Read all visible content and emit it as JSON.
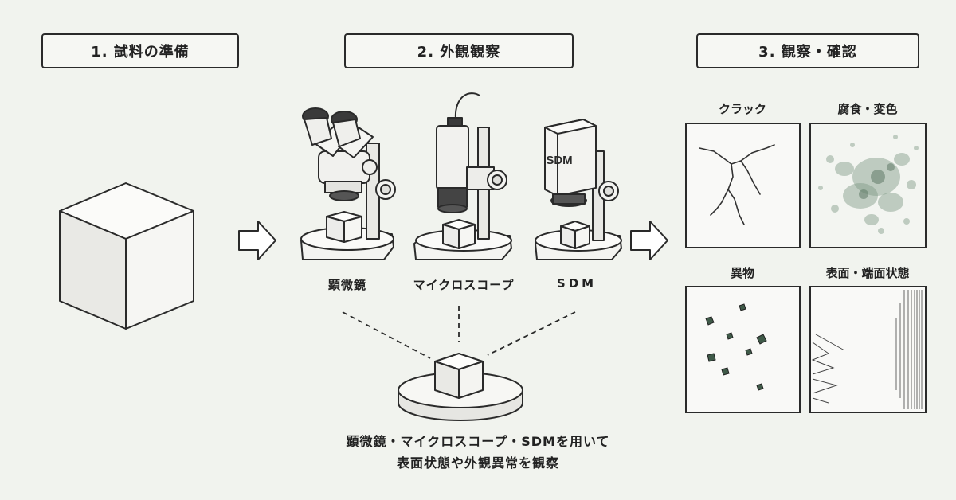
{
  "steps": [
    {
      "label": "1. 試料の準備"
    },
    {
      "label": "2. 外観観察"
    },
    {
      "label": "3. 観察・確認"
    }
  ],
  "instruments": [
    {
      "label": "顕微鏡",
      "icon": "stereo-microscope-icon"
    },
    {
      "label": "マイクロスコープ",
      "icon": "digital-microscope-icon"
    },
    {
      "label": "SDM",
      "icon": "sdm-microscope-icon"
    }
  ],
  "sdm_body_text": "SDM",
  "observations": [
    {
      "label": "クラック"
    },
    {
      "label": "腐食・変色"
    },
    {
      "label": "異物"
    },
    {
      "label": "表面・端面状態"
    }
  ],
  "caption": {
    "line1": "顕微鏡・マイクロスコープ・SDMを用いて",
    "line2": "表面状態や外観異常を観察"
  },
  "colors": {
    "background": "#f1f3ee",
    "line": "#2a2a2a",
    "stain": "#7f9a85"
  }
}
